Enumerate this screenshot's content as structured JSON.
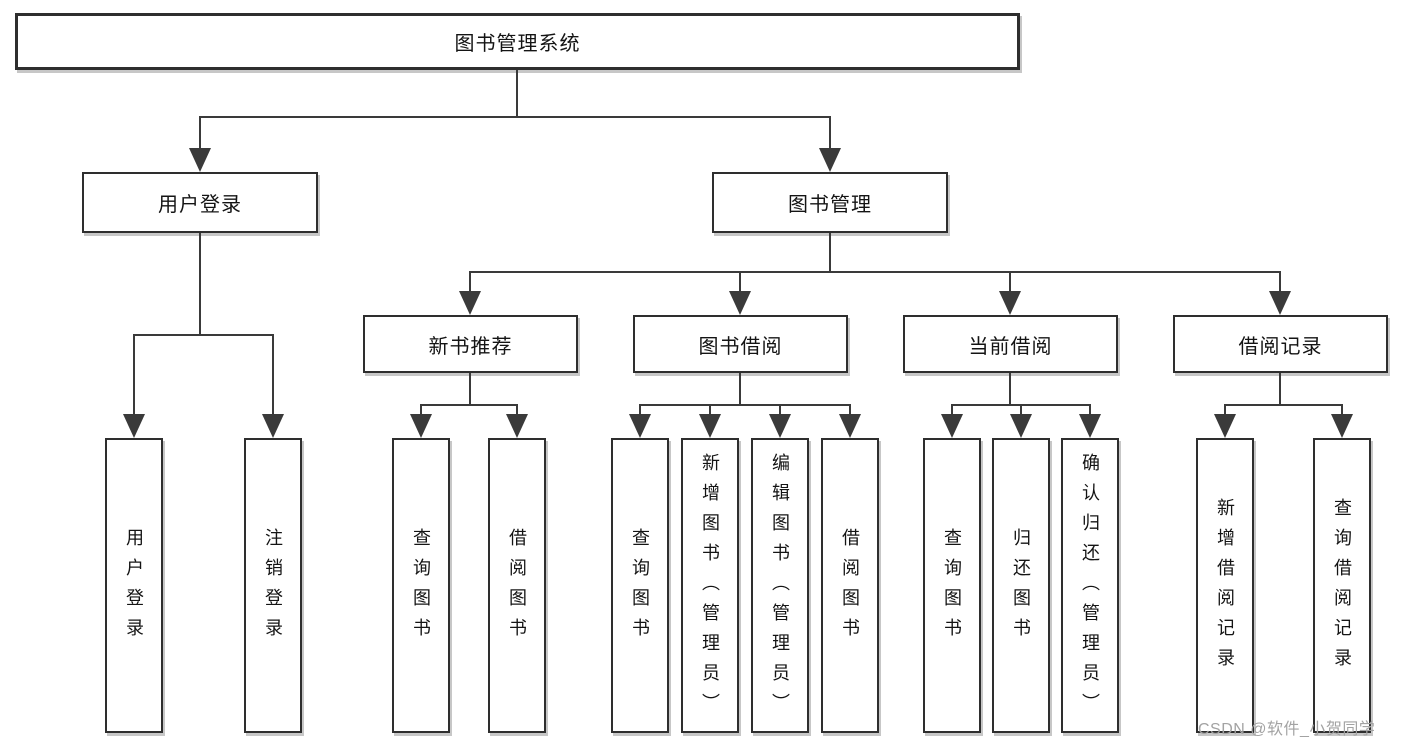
{
  "watermark": "CSDN @软件_小贺同学",
  "colors": {
    "box_border": "#2e2e2e",
    "connector_line": "#3a3a3a",
    "text": "#141414",
    "watermark_text": "#a3a3a3",
    "background": "#ffffff"
  },
  "tree": {
    "root": {
      "label": "图书管理系统"
    },
    "branches": [
      {
        "label": "用户登录",
        "children": [
          {
            "label": "用户登录"
          },
          {
            "label": "注销登录"
          }
        ]
      },
      {
        "label": "图书管理",
        "children": [
          {
            "label": "新书推荐",
            "children": [
              {
                "label": "查询图书"
              },
              {
                "label": "借阅图书"
              }
            ]
          },
          {
            "label": "图书借阅",
            "children": [
              {
                "label": "查询图书"
              },
              {
                "label": "新增图书（管理员）"
              },
              {
                "label": "编辑图书（管理员）"
              },
              {
                "label": "借阅图书"
              }
            ]
          },
          {
            "label": "当前借阅",
            "children": [
              {
                "label": "查询图书"
              },
              {
                "label": "归还图书"
              },
              {
                "label": "确认归还（管理员）"
              }
            ]
          },
          {
            "label": "借阅记录",
            "children": [
              {
                "label": "新增借阅记录"
              },
              {
                "label": "查询借阅记录"
              }
            ]
          }
        ]
      }
    ]
  }
}
